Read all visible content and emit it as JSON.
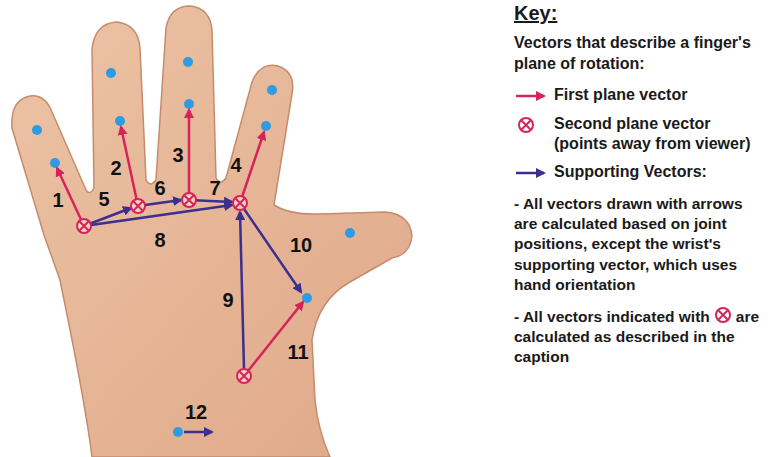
{
  "diagram": {
    "title": "Key:",
    "labels": [
      "Vectors that describe a finger's plane of rotation:",
      "1",
      "2",
      "3",
      "4",
      "5",
      "6",
      "7",
      "8",
      "9",
      "10",
      "11",
      "12",
      "- All vectors drawn with arrows are calculated based on joint positions, except the wrist's supporting vector, which uses hand orientation",
      "- All vectors indicated with",
      "are calculated as described in the caption"
    ],
    "legend": [
      {
        "text": "First plane vector"
      },
      {
        "text": "Second plane vector (points away from viewer)"
      },
      {
        "text": "Supporting Vectors:"
      }
    ]
  }
}
